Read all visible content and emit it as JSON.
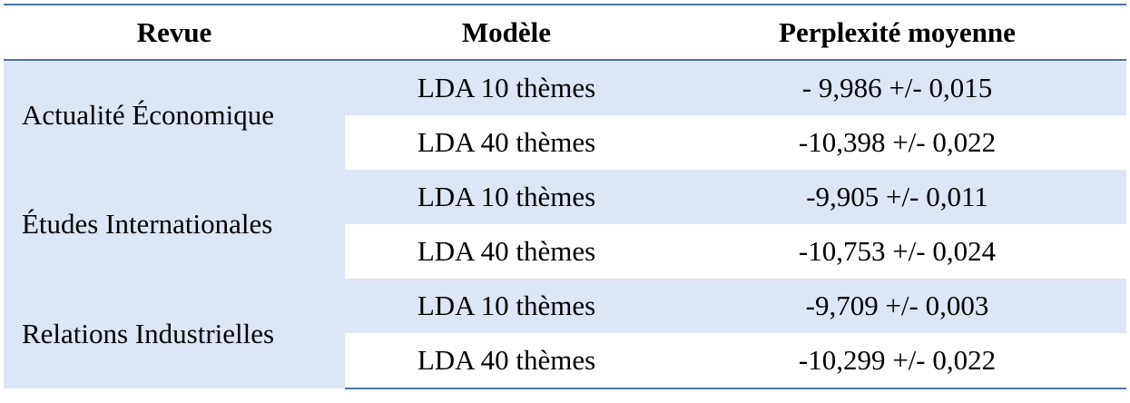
{
  "table": {
    "headers": [
      "Revue",
      "Modèle",
      "Perplexité moyenne"
    ],
    "groups": [
      {
        "revue": "Actualité Économique",
        "rows": [
          {
            "modele": "LDA 10 thèmes",
            "perplexite": "- 9,986 +/- 0,015"
          },
          {
            "modele": "LDA 40 thèmes",
            "perplexite": "-10,398 +/- 0,022"
          }
        ]
      },
      {
        "revue": "Études Internationales",
        "rows": [
          {
            "modele": "LDA 10 thèmes",
            "perplexite": "-9,905 +/- 0,011"
          },
          {
            "modele": "LDA 40 thèmes",
            "perplexite": "-10,753 +/- 0,024"
          }
        ]
      },
      {
        "revue": "Relations Industrielles",
        "rows": [
          {
            "modele": "LDA 10 thèmes",
            "perplexite": "-9,709 +/- 0,003"
          },
          {
            "modele": "LDA 40 thèmes",
            "perplexite": "-10,299 +/- 0,022"
          }
        ]
      }
    ]
  },
  "colors": {
    "border": "#4f6fa5",
    "row_shade": "#dde6f5",
    "row_plain": "#ffffff"
  }
}
